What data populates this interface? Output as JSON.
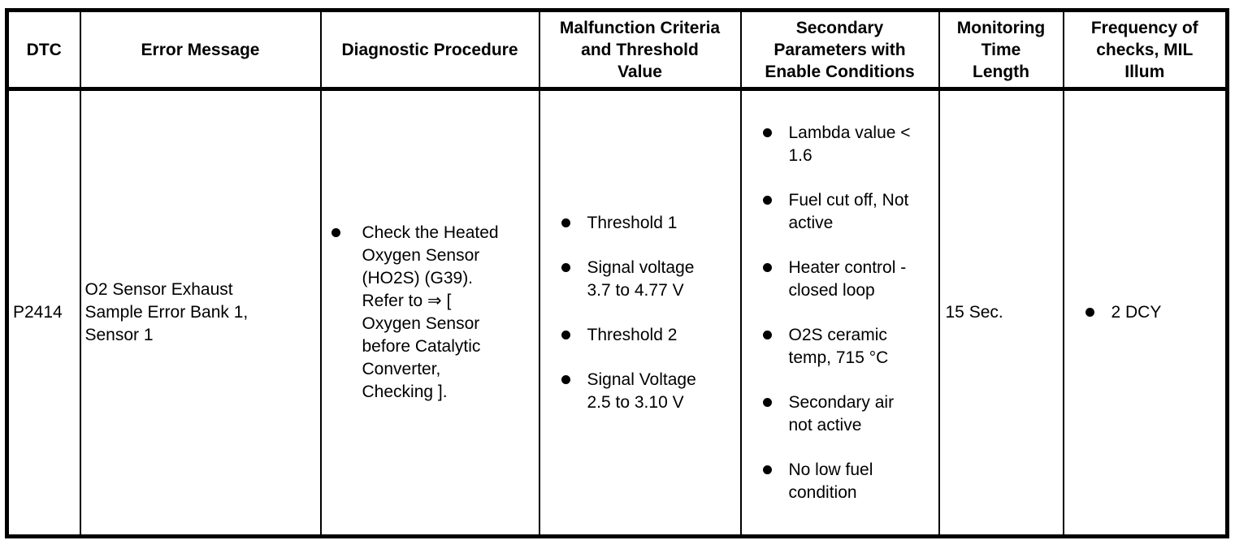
{
  "table": {
    "headers": [
      "DTC",
      "Error Message",
      "Diagnostic Procedure",
      "Malfunction Criteria\nand Threshold\nValue",
      "Secondary\nParameters with\nEnable Conditions",
      "Monitoring\nTime\nLength",
      "Frequency of\nchecks, MIL\nIllum"
    ],
    "row": {
      "dtc": "P2414",
      "error_message": "O2 Sensor Exhaust\nSample Error Bank 1,\nSensor 1",
      "diagnostic_procedure": [
        "Check the Heated\nOxygen Sensor\n(HO2S) (G39).\nRefer to ⇒ [\nOxygen Sensor\nbefore Catalytic\nConverter,\nChecking ]."
      ],
      "malfunction_criteria": [
        "Threshold 1",
        "Signal voltage\n3.7 to 4.77 V",
        "Threshold 2",
        "Signal Voltage\n2.5 to 3.10 V"
      ],
      "secondary_parameters": [
        "Lambda value <\n1.6",
        "Fuel cut off, Not\nactive",
        "Heater control -\nclosed loop",
        "O2S ceramic\ntemp, 715 °C",
        "Secondary air\nnot active",
        "No low fuel\ncondition"
      ],
      "monitoring_time": "15 Sec.",
      "frequency_of_checks": [
        "2 DCY"
      ]
    },
    "colors": {
      "text": "#000000",
      "border": "#000000",
      "background": "#ffffff"
    }
  }
}
